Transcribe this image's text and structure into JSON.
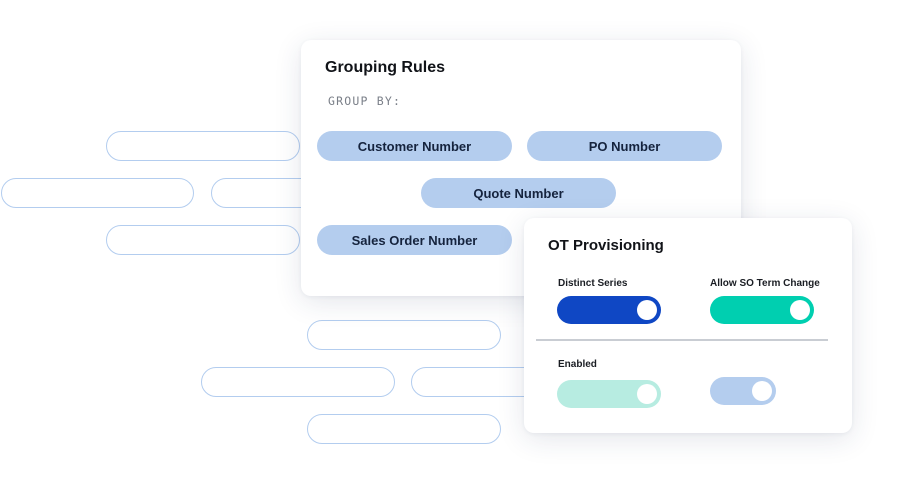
{
  "colors": {
    "chip_fill": "#b4cdee",
    "outline": "#b3cdef",
    "toggle_blue": "#0f47c4",
    "toggle_teal": "#00cfb0",
    "toggle_mint": "#b7ece1",
    "toggle_light_blue": "#b4cdee"
  },
  "grouping": {
    "title": "Grouping Rules",
    "group_by_label": "GROUP BY:",
    "chips": [
      "Customer Number",
      "PO Number",
      "Quote Number",
      "Sales Order Number"
    ]
  },
  "provisioning": {
    "title": "OT Provisioning",
    "toggles": [
      {
        "label": "Distinct Series",
        "on": true,
        "color": "#0f47c4"
      },
      {
        "label": "Allow SO Term Change",
        "on": true,
        "color": "#00cfb0"
      },
      {
        "label": "Enabled",
        "on": true,
        "color": "#b7ece1"
      },
      {
        "label": "",
        "on": true,
        "color": "#b4cdee"
      }
    ]
  }
}
